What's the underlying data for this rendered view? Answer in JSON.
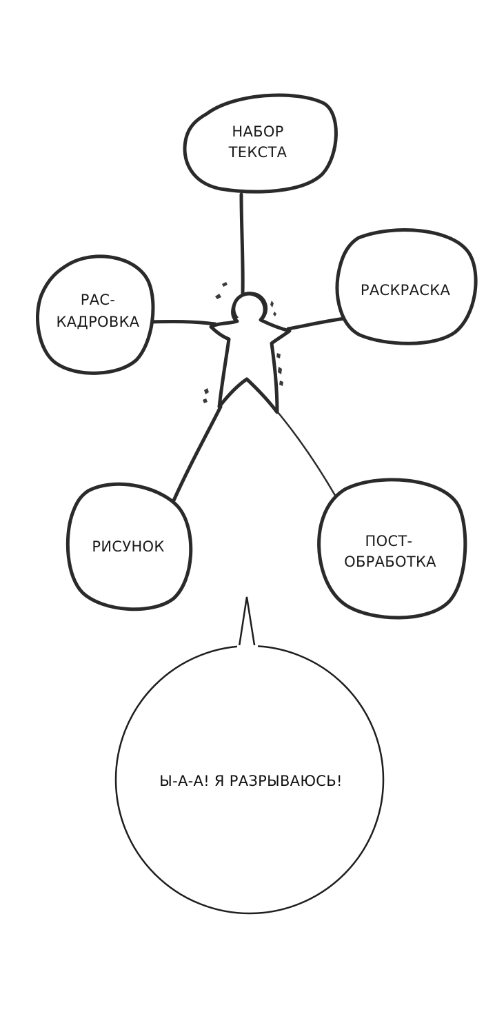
{
  "topics": {
    "typesetting": {
      "line1": "НАБОР",
      "line2": "ТЕКСТА"
    },
    "storyboard": {
      "line1": "РАС-",
      "line2": "КАДРОВКА"
    },
    "coloring": {
      "line1": "РАСКРАСКА"
    },
    "drawing": {
      "line1": "РИСУНОК"
    },
    "postprocessing": {
      "line1": "ПОСТ-",
      "line2": "ОБРАБОТКА"
    }
  },
  "speech_bubble": {
    "text": "Ы-А-А! Я РАЗРЫВАЮСЬ!"
  },
  "colors": {
    "background": "#ffffff",
    "ink": "#2a2a2a"
  }
}
